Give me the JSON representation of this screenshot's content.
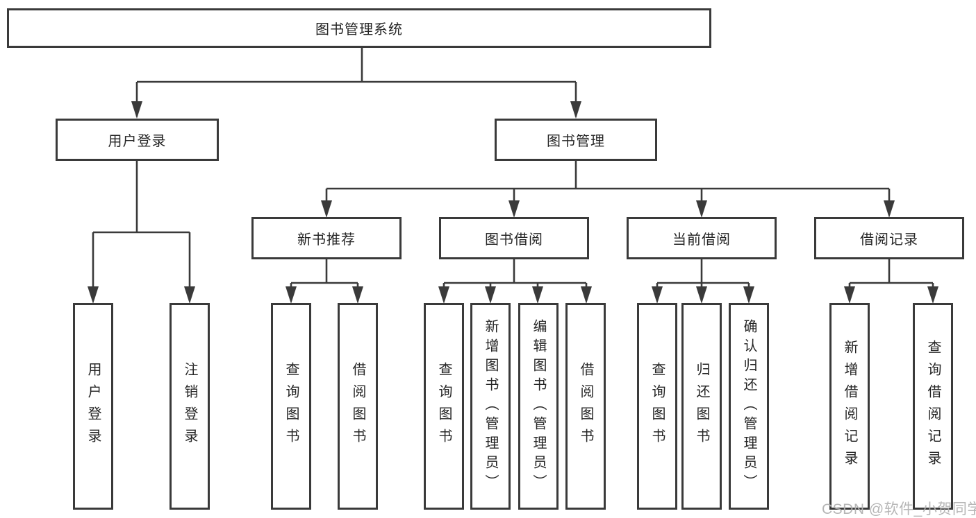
{
  "tree": {
    "root": {
      "label": "图书管理系统"
    },
    "user": {
      "label": "用户登录",
      "children": [
        {
          "label": "用户登录"
        },
        {
          "label": "注销登录"
        }
      ]
    },
    "mgmt": {
      "label": "图书管理",
      "groups": [
        {
          "label": "新书推荐",
          "children": [
            {
              "label": "查询图书"
            },
            {
              "label": "借阅图书"
            }
          ]
        },
        {
          "label": "图书借阅",
          "children": [
            {
              "label": "查询图书"
            },
            {
              "label": "新增图书（管理员）"
            },
            {
              "label": "编辑图书（管理员）"
            },
            {
              "label": "借阅图书"
            }
          ]
        },
        {
          "label": "当前借阅",
          "children": [
            {
              "label": "查询图书"
            },
            {
              "label": "归还图书"
            },
            {
              "label": "确认归还（管理员）"
            }
          ]
        },
        {
          "label": "借阅记录",
          "children": [
            {
              "label": "新增借阅记录"
            },
            {
              "label": "查询借阅记录"
            }
          ]
        }
      ]
    }
  },
  "colors": {
    "line": "#3a3a3a",
    "text": "#262626",
    "watermark": "#b2b2b2"
  },
  "watermark": {
    "text": "CSDN @软件_小贺同学"
  }
}
